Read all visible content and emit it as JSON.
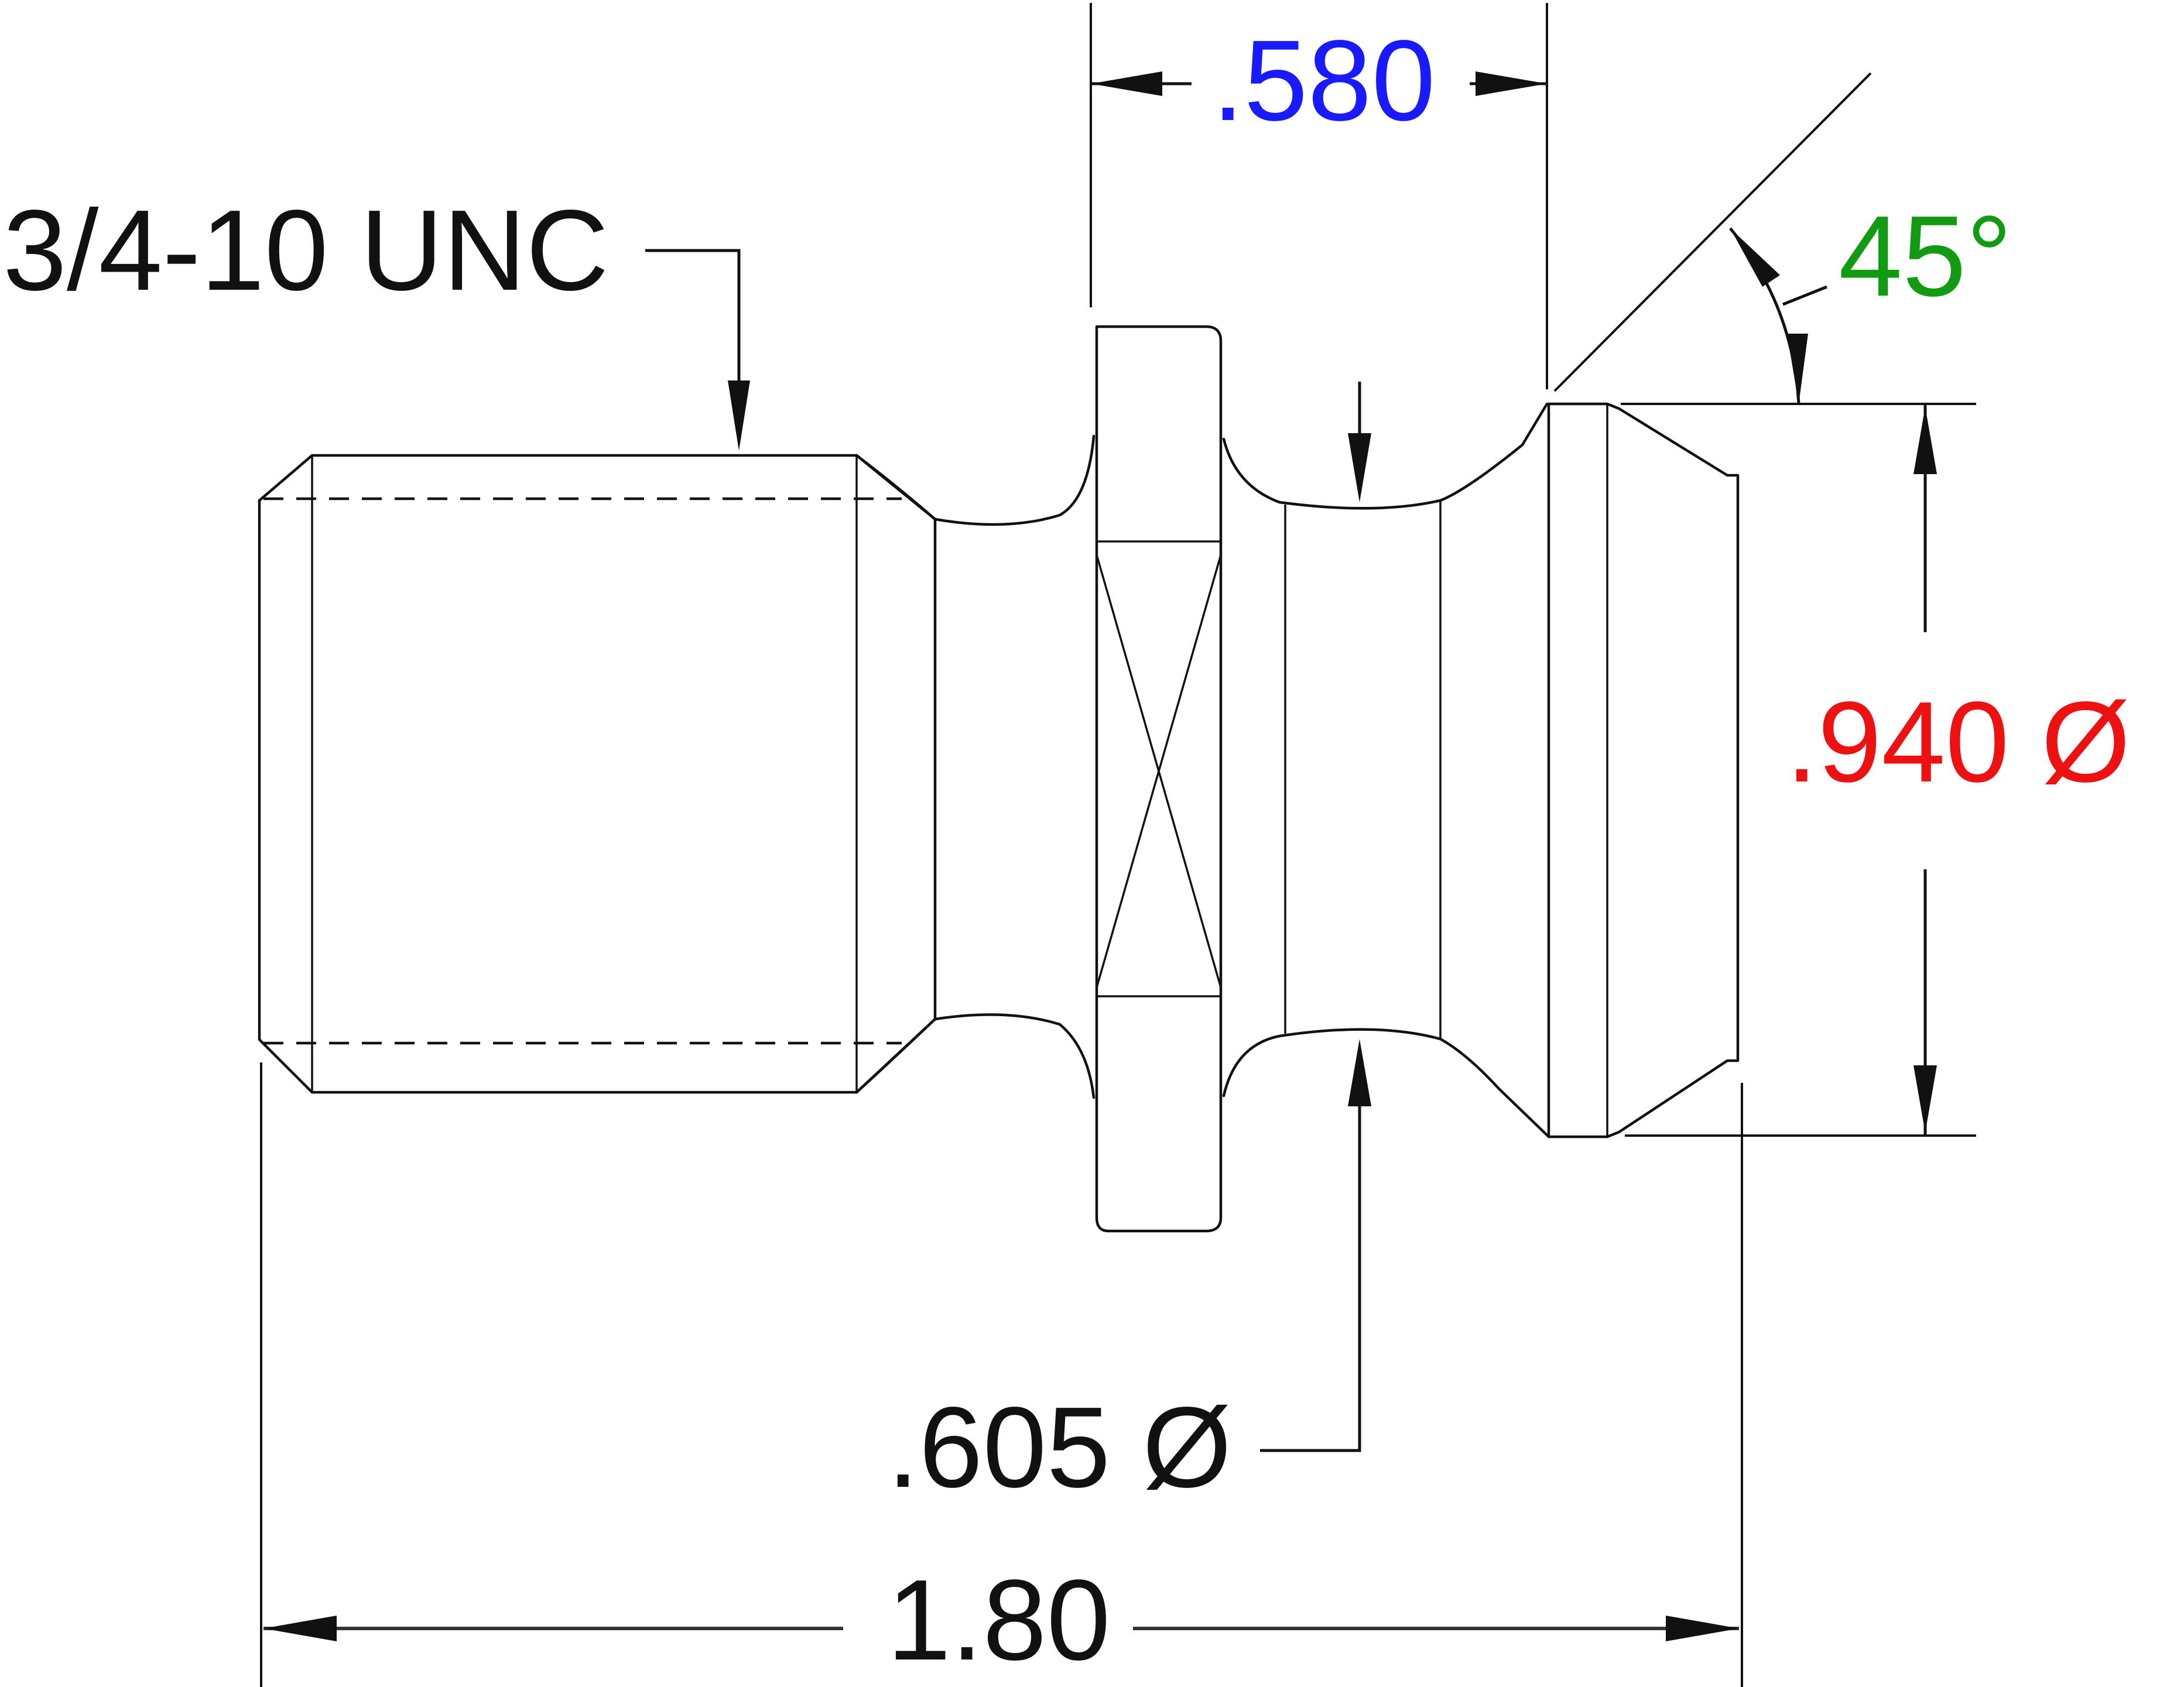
{
  "labels": {
    "thread": {
      "text": "3/4-10 UNC",
      "color": "#111111"
    },
    "flange_width": {
      "text": ".580",
      "color": "#1a1aff"
    },
    "angle": {
      "text": "45°",
      "color": "#129a12"
    },
    "head_diameter": {
      "text": ".940 Ø",
      "color": "#ee1111"
    },
    "neck_diameter": {
      "text": ".605 Ø",
      "color": "#111111"
    },
    "overall_length": {
      "text": "1.80",
      "color": "#111111"
    }
  }
}
